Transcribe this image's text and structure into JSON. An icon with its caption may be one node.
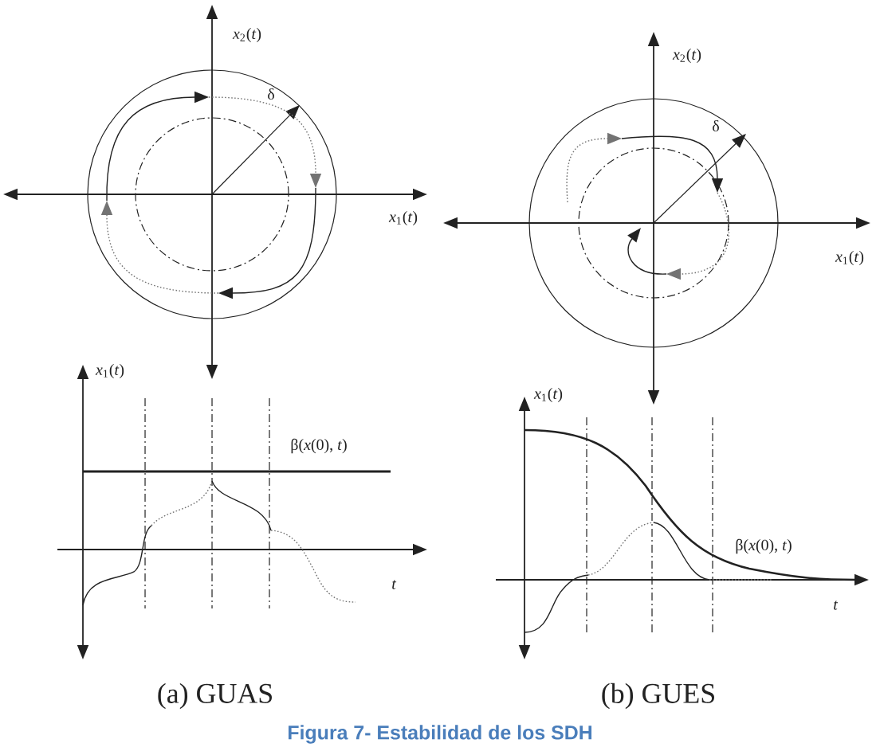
{
  "diagram": {
    "caption": "Figura 7- Estabilidad de los SDH",
    "nodes": [
      {
        "text": [],
        "shape": "circle"
      },
      {
        "text": [],
        "shape": "circle",
        "in": 0
      },
      {
        "text": [],
        "shape": "circle"
      },
      {
        "text": [],
        "shape": "circle",
        "in": 2
      }
    ],
    "labels": [
      "*x*$_{2}$(*t*)",
      "δ",
      "*x*$_{1}$(*t*)",
      "*x*$_{2}$(*t*)",
      "δ",
      "*x*$_{1}$(*t*)",
      "*x*$_{1}$(*t*)",
      "β(*x*(0), *t*)",
      "t",
      "*x*$_{1}$(*t*)",
      "β(*x*(0), *t*)",
      "t",
      "(a) GUAS",
      "(b) GUES"
    ]
  }
}
